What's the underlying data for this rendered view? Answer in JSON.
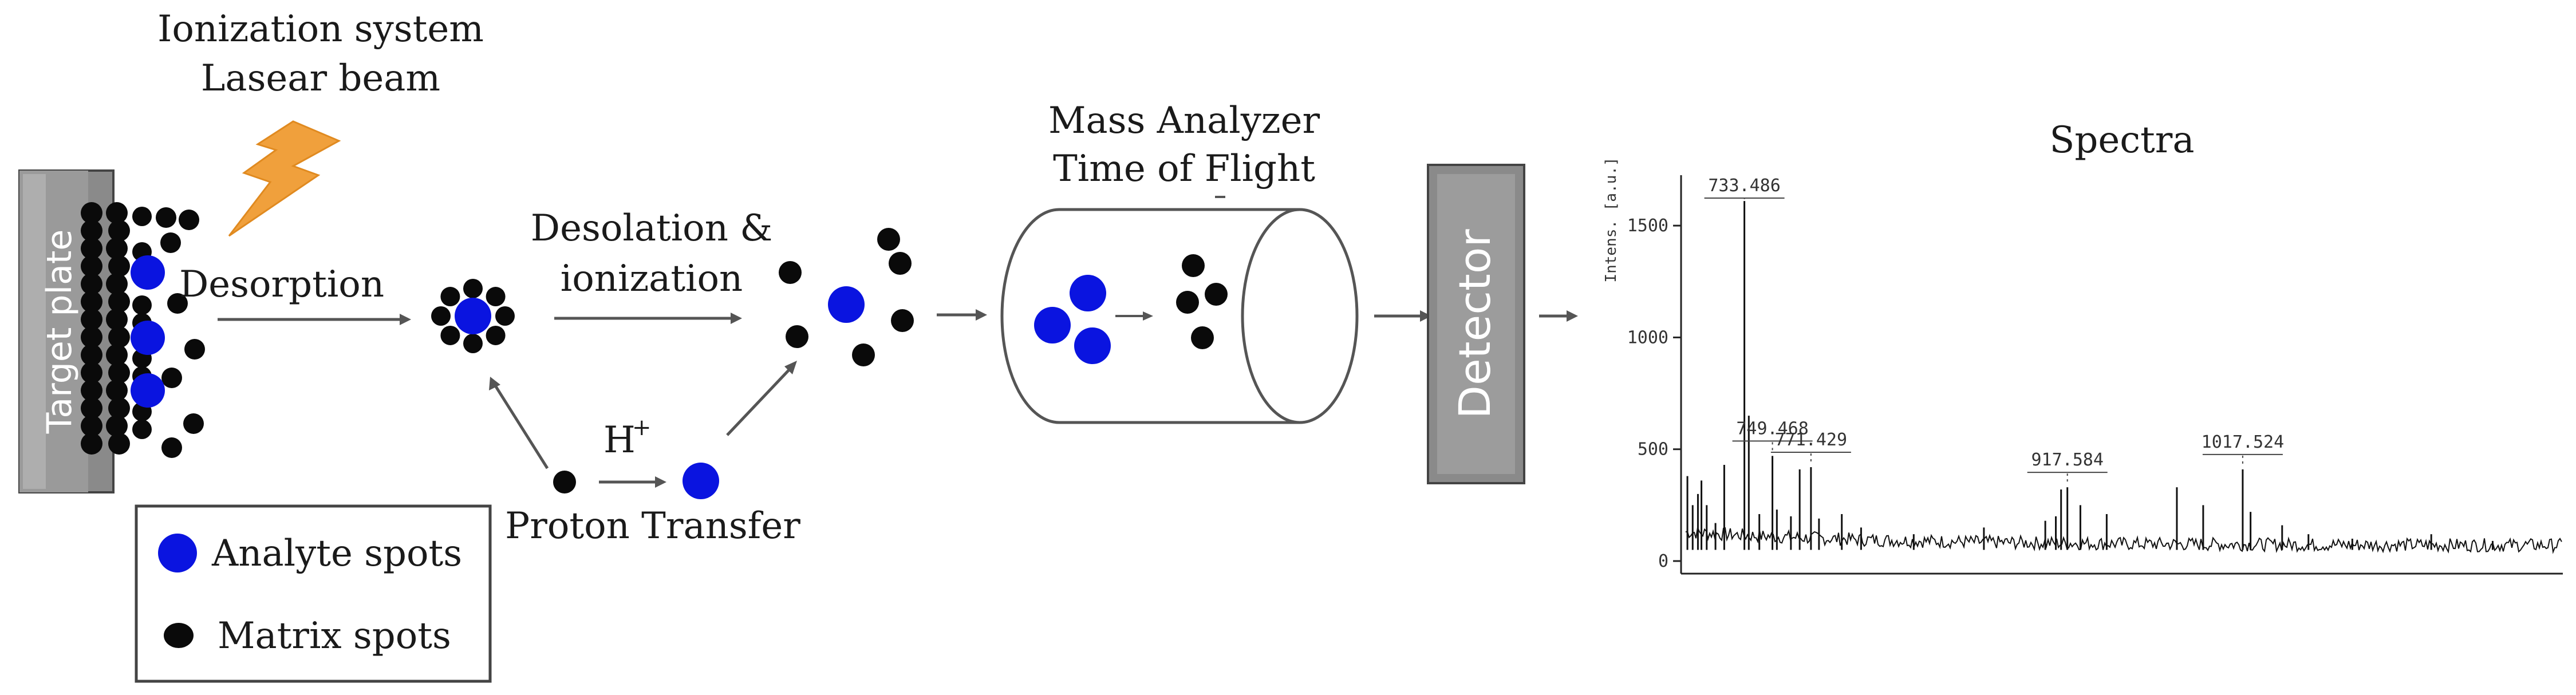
{
  "ionization": {
    "line1": "Ionization system",
    "line2": "Lasear beam"
  },
  "target_plate": {
    "label": "Target plate"
  },
  "steps": {
    "desorption": "Desorption",
    "desolation_line1": "Desolation &",
    "desolation_line2": "ionization",
    "proton_symbol": "H",
    "proton_charge": "+",
    "proton_transfer": "Proton Transfer"
  },
  "analyzer": {
    "line1": "Mass Analyzer",
    "line2": "Time of Flight"
  },
  "detector": {
    "label": "Detector"
  },
  "legend": {
    "analyte": "Analyte spots",
    "matrix": "Matrix spots"
  },
  "colors": {
    "analyte": "#0a14e0",
    "matrix": "#0a0a0a",
    "laser": "#f0a03c"
  },
  "chart_data": {
    "type": "line",
    "title": "Spectra",
    "ylabel": "Intens. [a.u.]",
    "xlabel": "",
    "ylim": [
      0,
      1700
    ],
    "yticks": [
      0,
      500,
      1000,
      1500
    ],
    "x_range": [
      700,
      1200
    ],
    "peaks": [
      {
        "x": 701,
        "y": 380
      },
      {
        "x": 704,
        "y": 250
      },
      {
        "x": 707,
        "y": 300
      },
      {
        "x": 709,
        "y": 360
      },
      {
        "x": 712,
        "y": 250
      },
      {
        "x": 717,
        "y": 170
      },
      {
        "x": 722,
        "y": 430
      },
      {
        "x": 733.486,
        "y": 1610,
        "label": "733.486"
      },
      {
        "x": 736,
        "y": 650
      },
      {
        "x": 742,
        "y": 210
      },
      {
        "x": 749.468,
        "y": 470,
        "label": "749.468"
      },
      {
        "x": 752,
        "y": 230
      },
      {
        "x": 760,
        "y": 200
      },
      {
        "x": 765,
        "y": 410
      },
      {
        "x": 771.429,
        "y": 420,
        "label": "771.429"
      },
      {
        "x": 776,
        "y": 190
      },
      {
        "x": 789,
        "y": 210
      },
      {
        "x": 800,
        "y": 150
      },
      {
        "x": 830,
        "y": 120
      },
      {
        "x": 870,
        "y": 150
      },
      {
        "x": 905,
        "y": 180
      },
      {
        "x": 911,
        "y": 200
      },
      {
        "x": 914,
        "y": 320
      },
      {
        "x": 917.584,
        "y": 330,
        "label": "917.584"
      },
      {
        "x": 925,
        "y": 250
      },
      {
        "x": 940,
        "y": 210
      },
      {
        "x": 980,
        "y": 330
      },
      {
        "x": 995,
        "y": 250
      },
      {
        "x": 1017.524,
        "y": 410,
        "label": "1017.524"
      },
      {
        "x": 1022,
        "y": 220
      },
      {
        "x": 1040,
        "y": 160
      },
      {
        "x": 1055,
        "y": 120
      },
      {
        "x": 1080,
        "y": 100
      },
      {
        "x": 1125,
        "y": 120
      },
      {
        "x": 1160,
        "y": 90
      }
    ]
  }
}
